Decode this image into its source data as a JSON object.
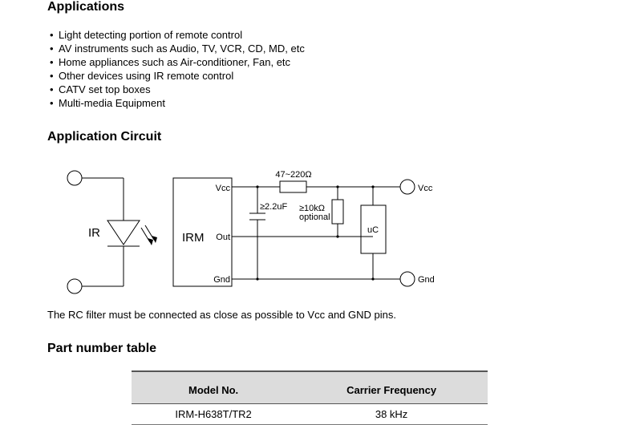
{
  "applications": {
    "title": "Applications",
    "items": [
      "Light detecting portion of remote control",
      "AV instruments such as Audio, TV, VCR, CD, MD, etc",
      "Home appliances such as Air-conditioner, Fan, etc",
      "Other devices using IR remote control",
      "CATV set top boxes",
      "Multi-media Equipment"
    ]
  },
  "circuit": {
    "title": "Application Circuit",
    "ir_label": "IR",
    "irm_label": "IRM",
    "pin_vcc": "Vcc",
    "pin_out": "Out",
    "pin_gnd": "Gnd",
    "resistor_label": "47~220Ω",
    "capacitor_label": "≥2.2uF",
    "pullup_label": "≥10kΩ",
    "pullup_note": "optional",
    "uc_label": "uC",
    "terminal_vcc": "Vcc",
    "terminal_gnd": "Gnd",
    "note": "The RC filter must be connected as close as possible to Vcc and GND pins."
  },
  "part_table": {
    "title": "Part number table",
    "headers": [
      "Model No.",
      "Carrier Frequency"
    ],
    "rows": [
      [
        "IRM-H638T/TR2",
        "38 kHz"
      ]
    ]
  }
}
